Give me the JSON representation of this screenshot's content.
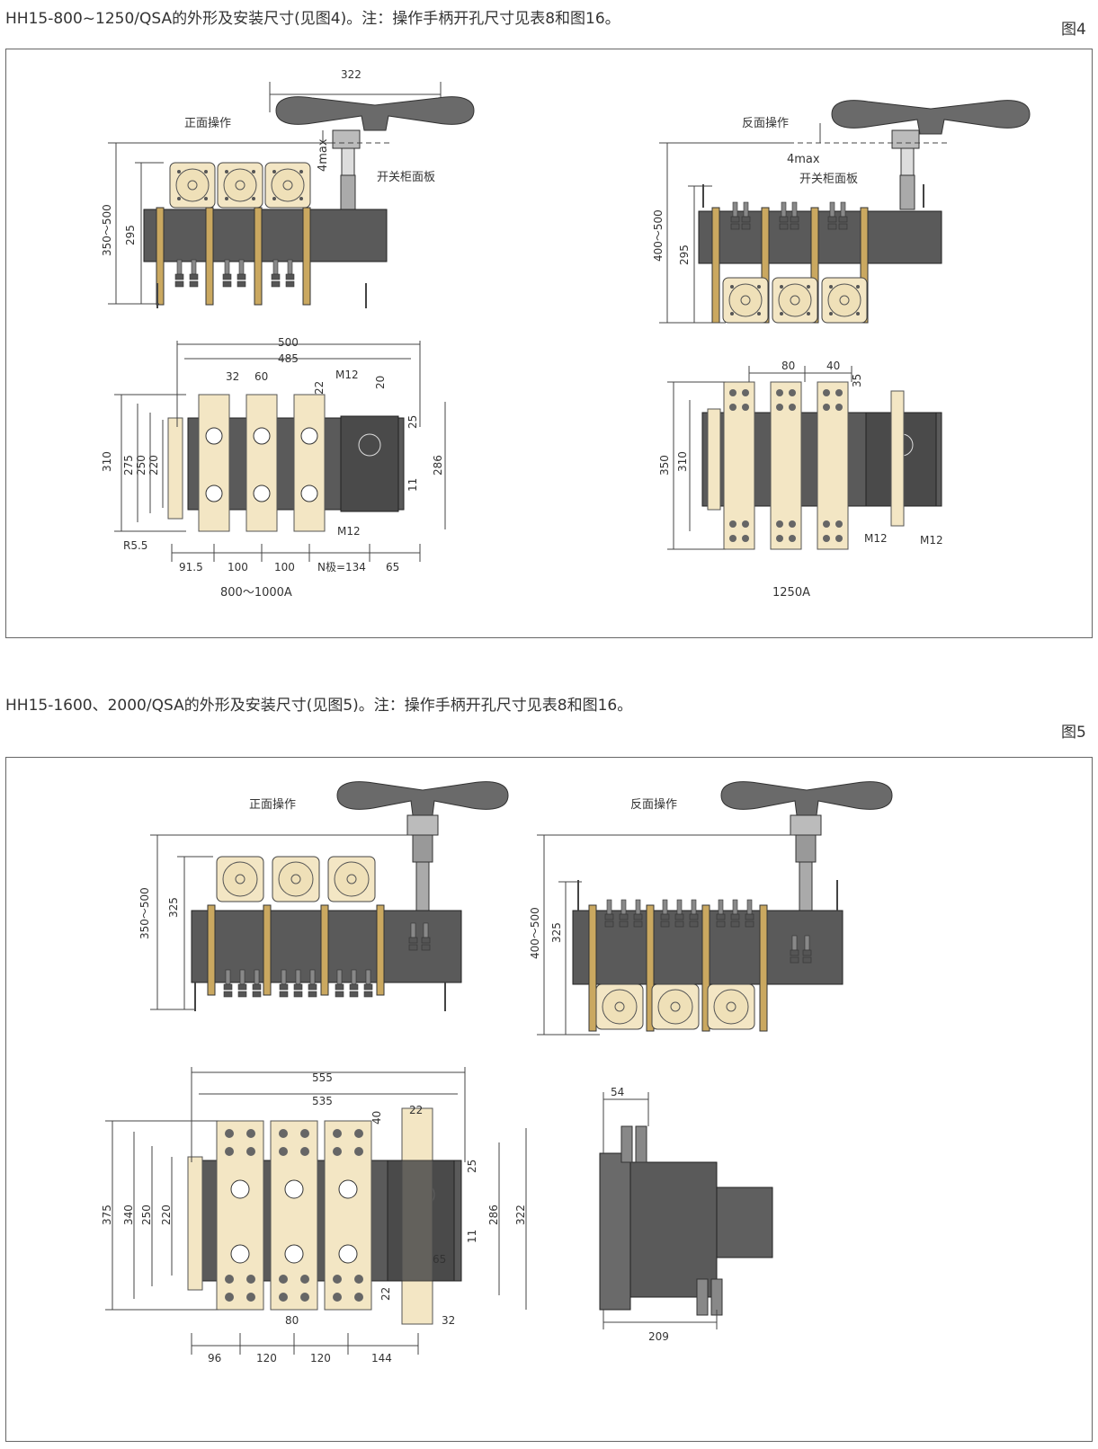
{
  "fig4": {
    "caption": "HH15-800~1250/QSA的外形及安装尺寸(见图4)。注：操作手柄开孔尺寸见表8和图16。",
    "label": "图4",
    "front_label": "正面操作",
    "rear_label": "反面操作",
    "panel_label": "开关柜面板",
    "panel_label_2": "开关柜面板",
    "max_label": "4max",
    "max_label_2": "4max",
    "rating_left": "800～1000A",
    "rating_right": "1250A",
    "dims": {
      "d322": "322",
      "d350_500": "350～500",
      "d295": "295",
      "d400_500": "400～500",
      "d295b": "295",
      "d500": "500",
      "d485": "485",
      "d32": "32",
      "d60": "60",
      "d22": "22",
      "m12a": "M12",
      "d20": "20",
      "d25": "25",
      "d310": "310",
      "d275": "275",
      "d250": "250",
      "d220": "220",
      "d286": "286",
      "d11": "11",
      "m12b": "M12",
      "r55": "R5.5",
      "d915": "91.5",
      "d100a": "100",
      "d100b": "100",
      "dn134": "N极=134",
      "d65": "65",
      "d80": "80",
      "d40": "40",
      "d35": "35",
      "d350": "350",
      "d310b": "310",
      "m12c": "M12",
      "m12d": "M12"
    }
  },
  "fig5": {
    "caption": "HH15-1600、2000/QSA的外形及安装尺寸(见图5)。注：操作手柄开孔尺寸见表8和图16。",
    "label": "图5",
    "front_label": "正面操作",
    "rear_label": "反面操作",
    "dims": {
      "d350_500": "350～500",
      "d325": "325",
      "d400_500": "400～500",
      "d325b": "325",
      "d555": "555",
      "d535": "535",
      "d22": "22",
      "d40": "40",
      "d25": "25",
      "d375": "375",
      "d340": "340",
      "d250": "250",
      "d220": "220",
      "d286": "286",
      "d322": "322",
      "d11": "11",
      "d65": "65",
      "d22b": "22",
      "d80": "80",
      "d32": "32",
      "d96": "96",
      "d120a": "120",
      "d120b": "120",
      "d144": "144",
      "d54": "54",
      "d209": "209"
    }
  },
  "colors": {
    "body": "#5a5a5a",
    "cream": "#f3e6c4",
    "line": "#444444"
  }
}
